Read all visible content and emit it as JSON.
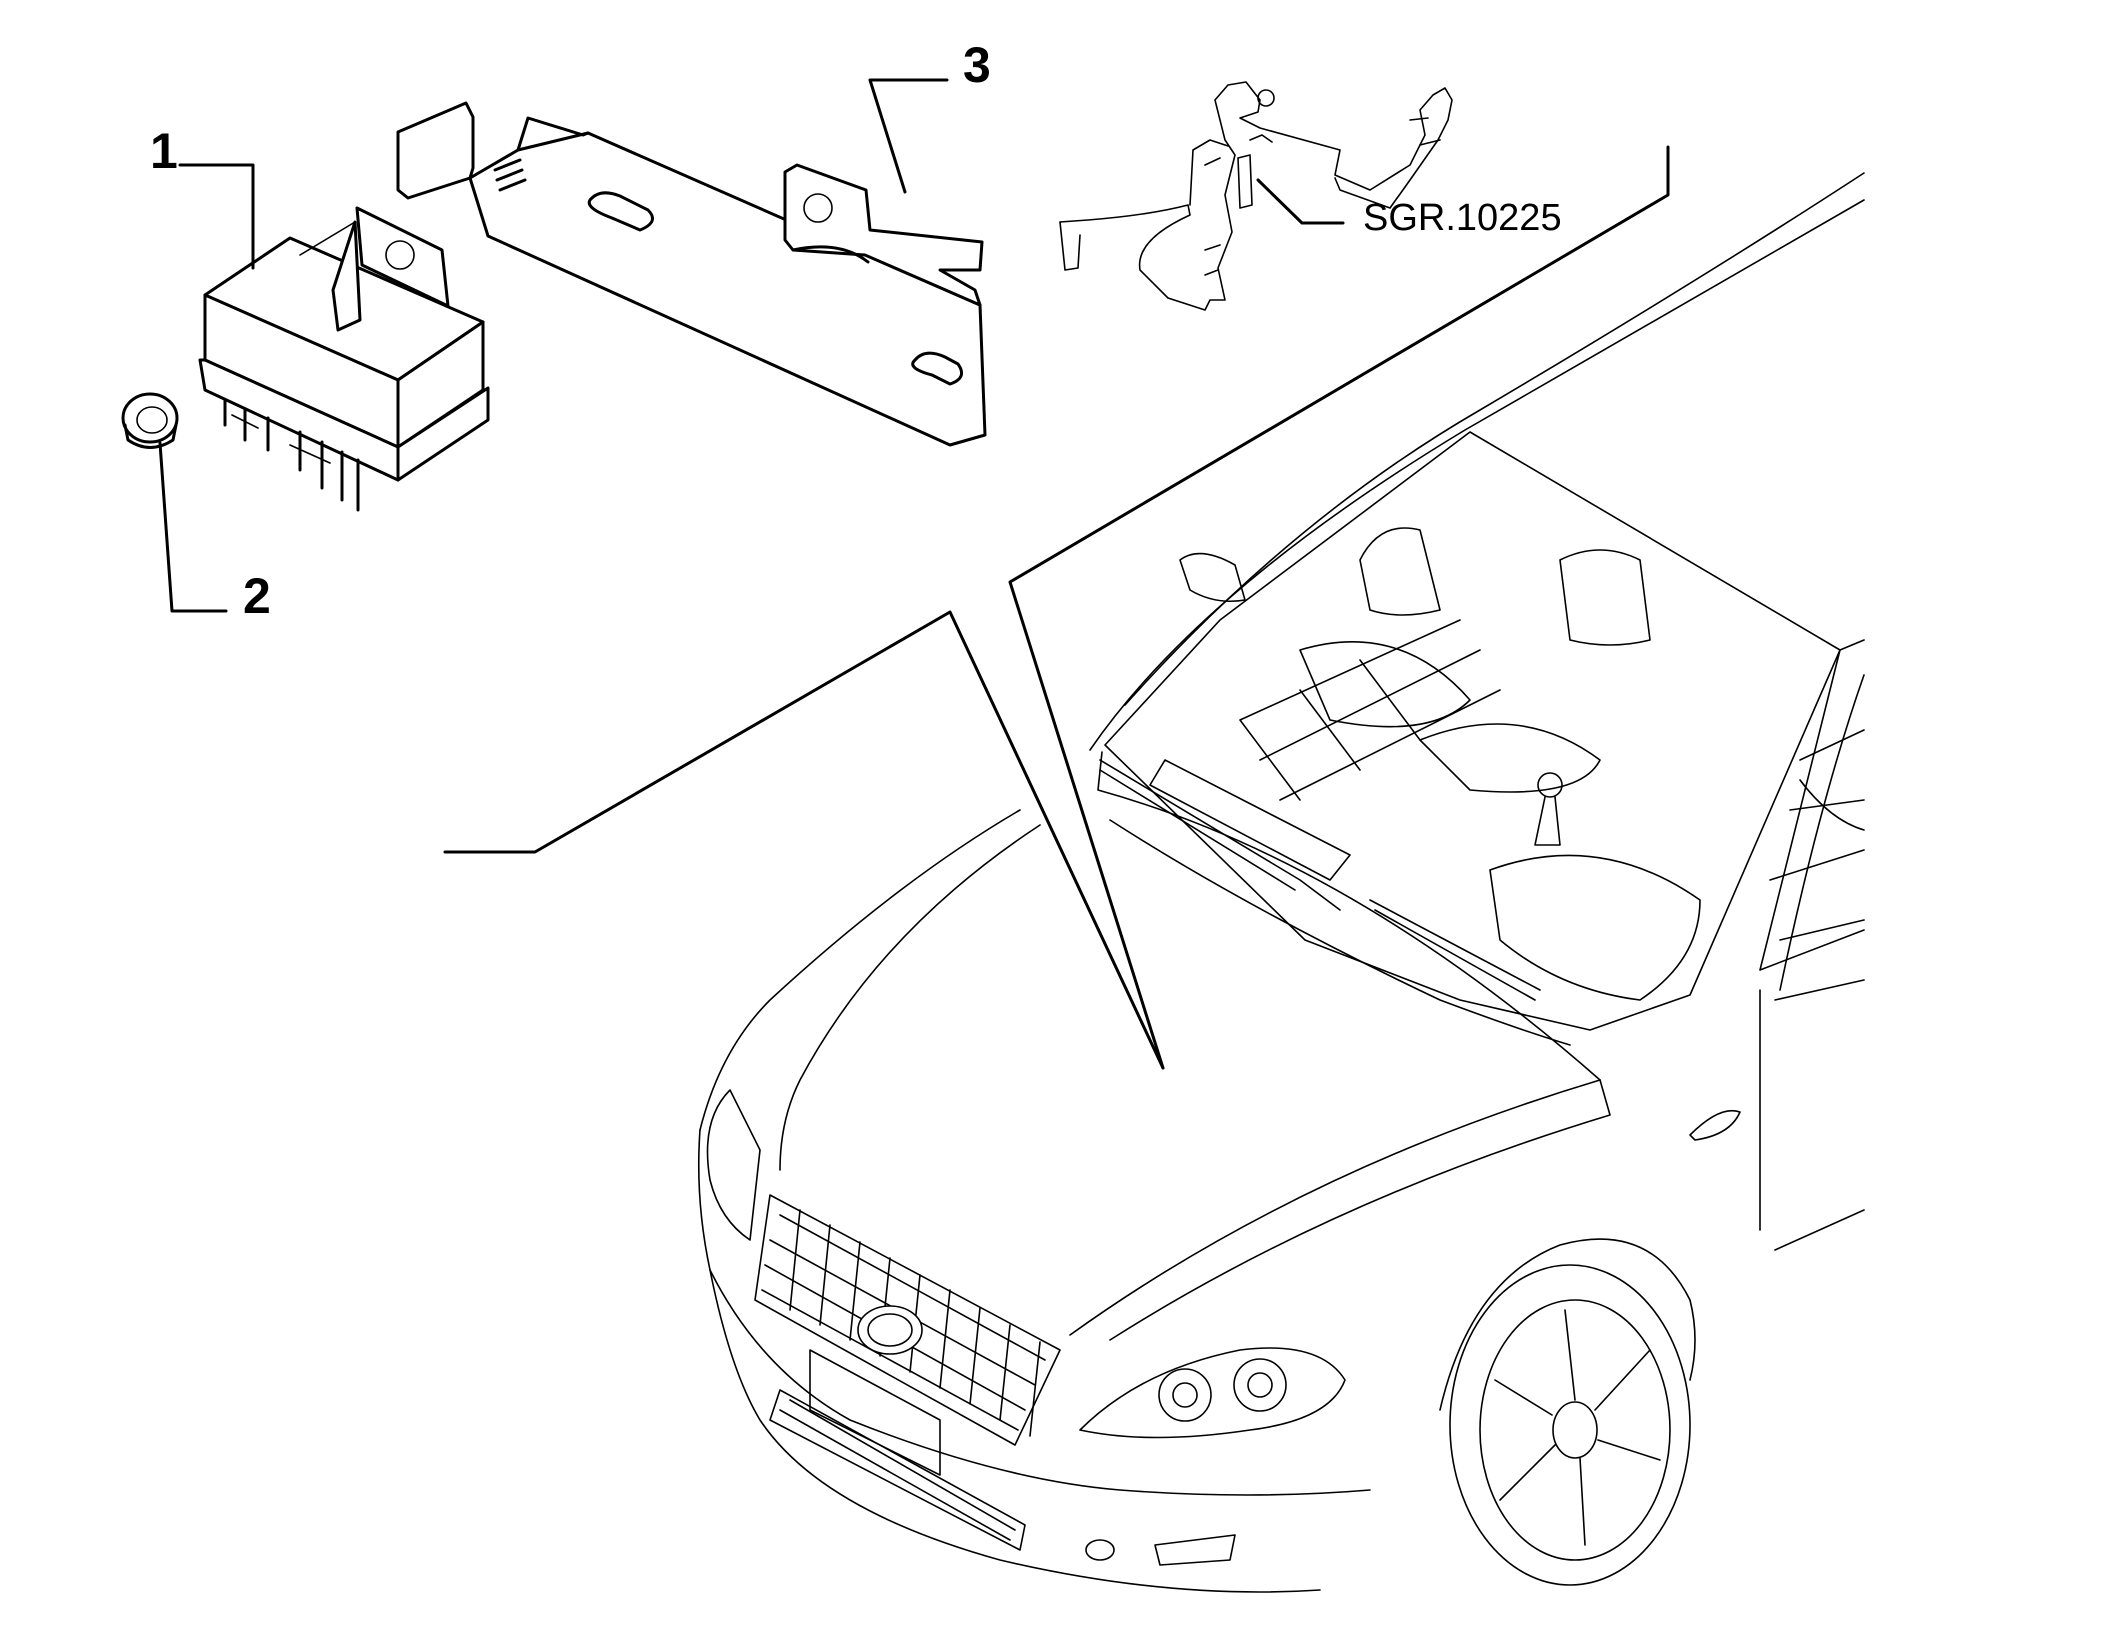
{
  "callouts": [
    {
      "id": "1",
      "label": "1"
    },
    {
      "id": "2",
      "label": "2"
    },
    {
      "id": "3",
      "label": "3"
    }
  ],
  "reference": {
    "code": "SGR.10225"
  },
  "colors": {
    "ink": "#000000",
    "background": "#ffffff"
  }
}
